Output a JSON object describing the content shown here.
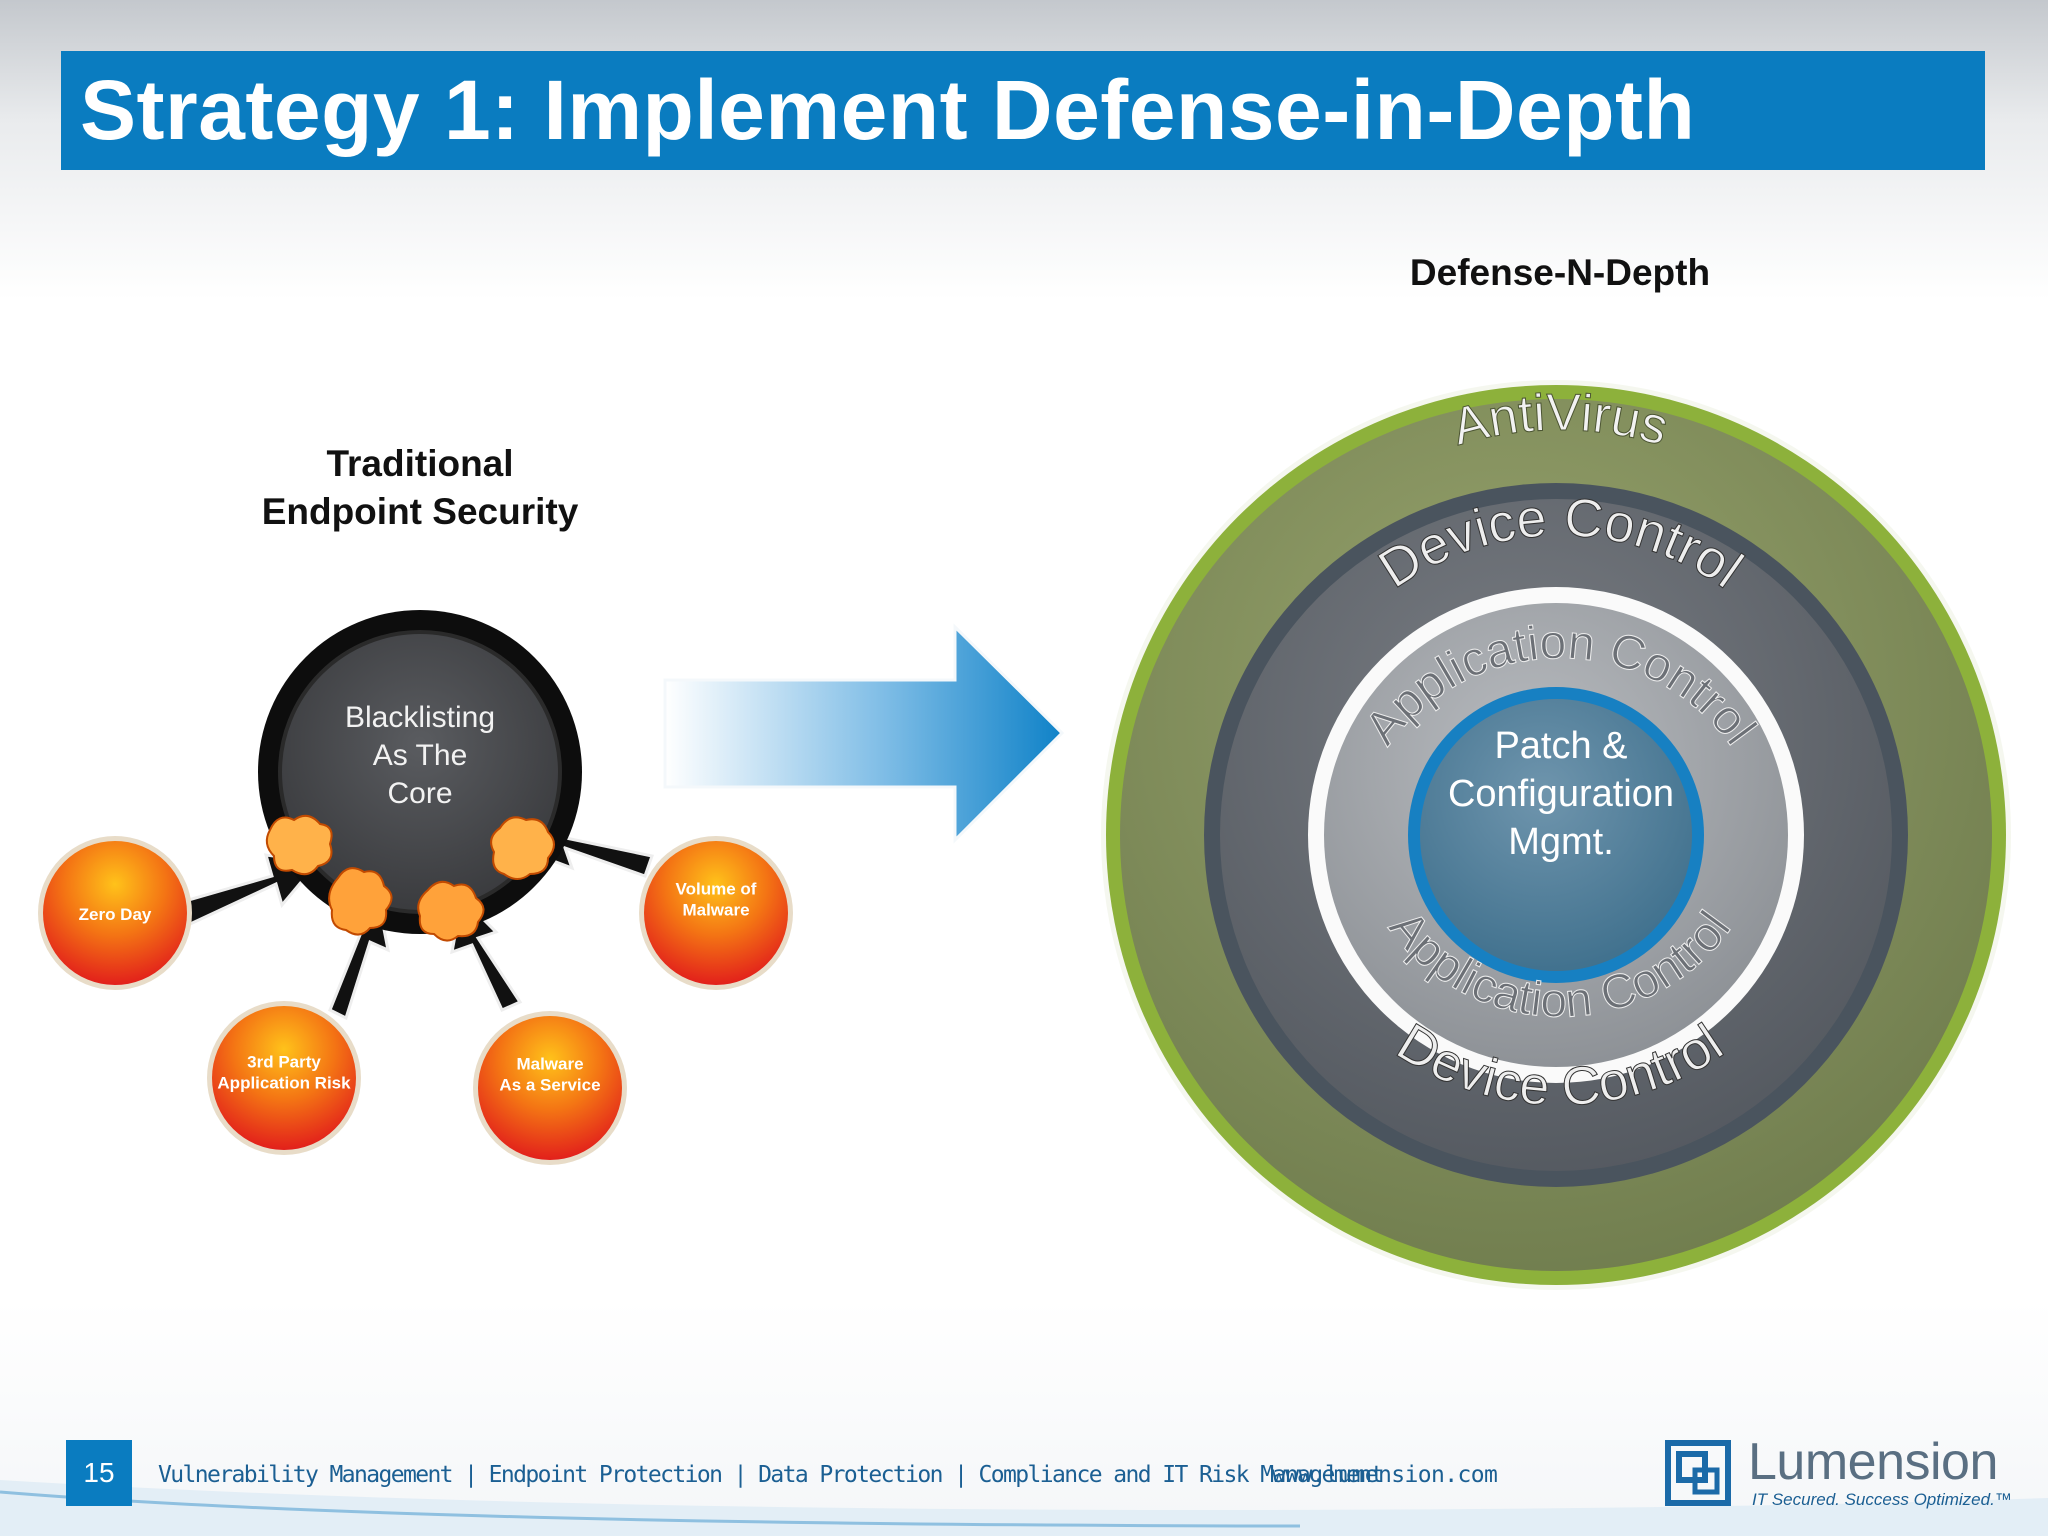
{
  "slide": {
    "title": "Strategy 1: Implement Defense-in-Depth",
    "page_number": "15"
  },
  "left": {
    "heading": "Traditional\nEndpoint Security",
    "core": {
      "lines": [
        "Blacklisting",
        "As The",
        "Core"
      ]
    },
    "threats": [
      {
        "lines": [
          "Zero Day"
        ]
      },
      {
        "lines": [
          "3rd Party",
          "Application Risk"
        ]
      },
      {
        "lines": [
          "Malware",
          "As a Service"
        ]
      },
      {
        "lines": [
          "Volume of",
          "Malware"
        ]
      }
    ]
  },
  "right": {
    "heading": "Defense-N-Depth",
    "rings": {
      "outer_top": "AntiVirus",
      "second_top": "Device Control",
      "second_bottom": "Device Control",
      "third_top": "Application Control",
      "third_bottom": "Application Control"
    },
    "center": {
      "lines": [
        "Patch &",
        "Configuration",
        "Mgmt."
      ]
    }
  },
  "footer": {
    "nav": "Vulnerability Management | Endpoint Protection | Data Protection | Compliance and IT Risk Management",
    "url": "www.lumension.com",
    "brand": "Lumension",
    "tagline": "IT Secured. Success Optimized.™"
  },
  "colors": {
    "title_blue": "#0a7cc0",
    "ring_green": "#8db13b",
    "ring_olive": "#7d8a5c",
    "threat_orange": "#f26a0c",
    "threat_red": "#e2201b"
  }
}
